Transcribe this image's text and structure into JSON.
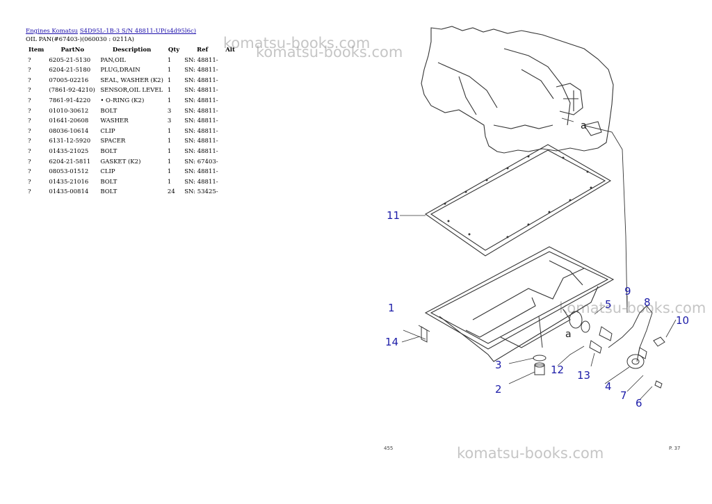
{
  "breadcrumb": {
    "link1": "Engines Komatsu",
    "link2": "S4D95L-1B-3 S/N 48811-UP(s4d95l6c)"
  },
  "section_title": "OIL PAN(#67403-)(060030 : 0211A)",
  "table": {
    "headers": {
      "item": "Item",
      "partno": "PartNo",
      "description": "Description",
      "qty": "Qty",
      "ref": "Ref",
      "alt": "Alt"
    },
    "rows": [
      {
        "item": "?",
        "partno": "6205-21-5130",
        "description": "PAN,OIL",
        "qty": "1",
        "ref": "SN: 48811-",
        "alt": ""
      },
      {
        "item": "?",
        "partno": "6204-21-5180",
        "description": "PLUG,DRAIN",
        "qty": "1",
        "ref": "SN: 48811-",
        "alt": ""
      },
      {
        "item": "?",
        "partno": "07005-02216",
        "description": "SEAL, WASHER (K2)",
        "qty": "1",
        "ref": "SN: 48811-",
        "alt": ""
      },
      {
        "item": "?",
        "partno": "(7861-92-4210)",
        "description": "SENSOR,OIL LEVEL",
        "qty": "1",
        "ref": "SN: 48811-",
        "alt": ""
      },
      {
        "item": "?",
        "partno": "7861-91-4220",
        "description": "• O-RING (K2)",
        "qty": "1",
        "ref": "SN: 48811-",
        "alt": ""
      },
      {
        "item": "?",
        "partno": "01010-30612",
        "description": "BOLT",
        "qty": "3",
        "ref": "SN: 48811-",
        "alt": ""
      },
      {
        "item": "?",
        "partno": "01641-20608",
        "description": "WASHER",
        "qty": "3",
        "ref": "SN: 48811-",
        "alt": ""
      },
      {
        "item": "?",
        "partno": "08036-10614",
        "description": "CLIP",
        "qty": "1",
        "ref": "SN: 48811-",
        "alt": ""
      },
      {
        "item": "?",
        "partno": "6131-12-5920",
        "description": "SPACER",
        "qty": "1",
        "ref": "SN: 48811-",
        "alt": ""
      },
      {
        "item": "?",
        "partno": "01435-21025",
        "description": "BOLT",
        "qty": "1",
        "ref": "SN: 48811-",
        "alt": ""
      },
      {
        "item": "?",
        "partno": "6204-21-5811",
        "description": "GASKET (K2)",
        "qty": "1",
        "ref": "SN: 67403-",
        "alt": ""
      },
      {
        "item": "?",
        "partno": "08053-01512",
        "description": "CLIP",
        "qty": "1",
        "ref": "SN: 48811-",
        "alt": ""
      },
      {
        "item": "?",
        "partno": "01435-21016",
        "description": "BOLT",
        "qty": "1",
        "ref": "SN: 48811-",
        "alt": ""
      },
      {
        "item": "?",
        "partno": "01435-00814",
        "description": "BOLT",
        "qty": "24",
        "ref": "SN: 53425-",
        "alt": ""
      }
    ]
  },
  "watermarks": [
    "komatsu-books.com",
    "komatsu-books.com",
    "komatsu-books.com",
    "komatsu-books.com"
  ],
  "diagram": {
    "callouts": [
      "1",
      "2",
      "3",
      "4",
      "5",
      "6",
      "7",
      "8",
      "9",
      "10",
      "11",
      "12",
      "13",
      "14"
    ],
    "ref_letter": "a",
    "footer_left": "455",
    "footer_right": "P. 37",
    "line_color": "#333333",
    "callout_color": "#1c1ca8"
  }
}
